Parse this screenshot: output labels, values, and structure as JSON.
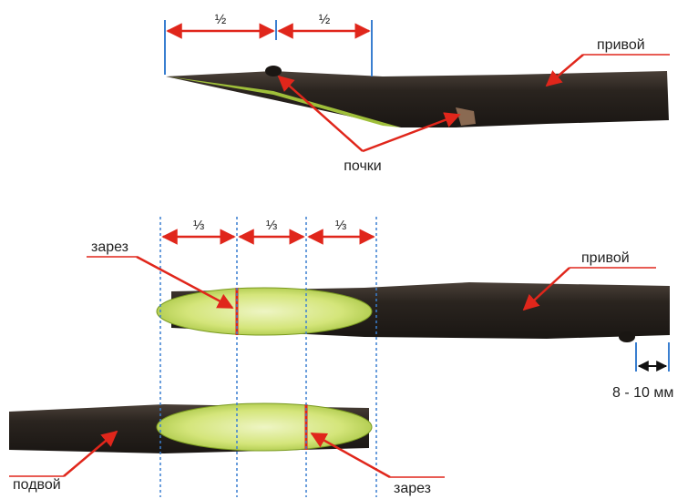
{
  "colors": {
    "branch": "#2a241f",
    "branch_light": "#4a4038",
    "cut_fill": "#c9e06a",
    "cut_core": "#e6f0b0",
    "arrow_red": "#e0261b",
    "guide_blue": "#3a7fd0",
    "dim_black": "#111111",
    "label_text": "#222222"
  },
  "top_figure": {
    "fractions": [
      "½",
      "½"
    ],
    "label_scion": "привой",
    "label_buds": "почки"
  },
  "bottom_figure": {
    "fractions": [
      "⅓",
      "⅓",
      "⅓"
    ],
    "label_cut_upper": "зарез",
    "label_scion": "привой",
    "label_rootstock": "подвой",
    "label_cut_lower": "зарез",
    "dimension": "8 - 10 мм"
  }
}
